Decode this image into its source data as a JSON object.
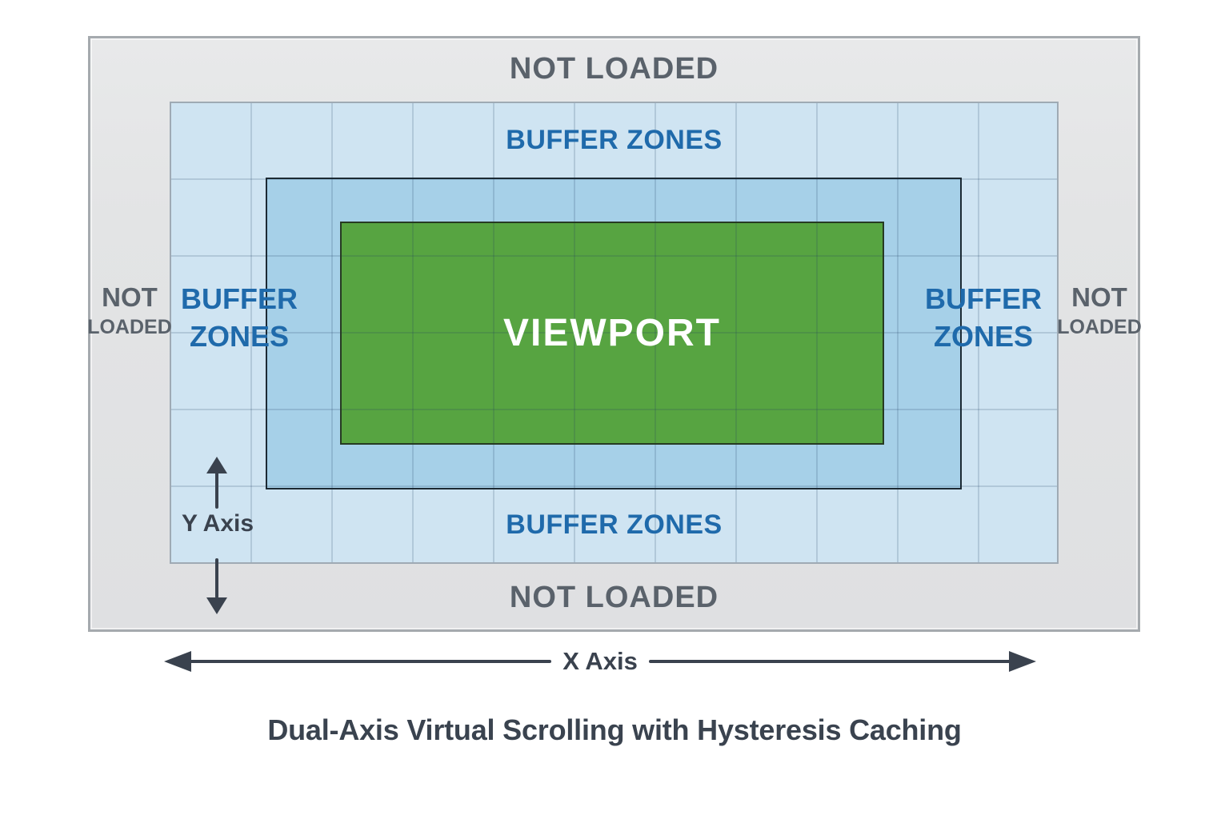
{
  "diagram": {
    "title": "Dual-Axis Virtual Scrolling with Hysteresis Caching",
    "outer_region": {
      "top_label": "NOT LOADED",
      "bottom_label": "NOT LOADED",
      "left_label": [
        "NOT",
        "LOADED"
      ],
      "right_label": [
        "NOT",
        "LOADED"
      ]
    },
    "buffer_region": {
      "top_label": "BUFFER ZONES",
      "bottom_label": "BUFFER ZONES",
      "left_label": [
        "BUFFER",
        "ZONES"
      ],
      "right_label": [
        "BUFFER",
        "ZONES"
      ]
    },
    "viewport": {
      "label": "VIEWPORT"
    },
    "axes": {
      "x": "X Axis",
      "y": "Y Axis"
    },
    "colors": {
      "not_loaded_fill": "#e3e4e5",
      "not_loaded_border": "#a5aaae",
      "not_loaded_text": "#5a626b",
      "buffer_outer_fill": "#cfe4f2",
      "buffer_outer_border": "#9faab4",
      "buffer_inner_fill": "#a6d0e8",
      "buffer_inner_border": "#1c2a34",
      "viewport_fill": "#57a441",
      "viewport_border": "#263a22",
      "viewport_text": "#ffffff",
      "buffer_text": "#1f6aab",
      "grid_line": "rgba(30,60,95,0.17)",
      "axis_color": "#3a424e",
      "title_color": "#3a434f"
    }
  }
}
